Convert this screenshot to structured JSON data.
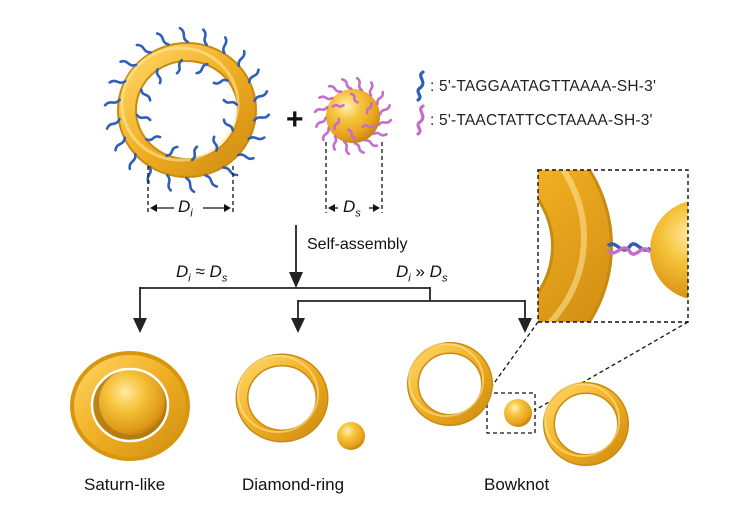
{
  "strands": {
    "blue": {
      "label": "5'-TAGGAATAGTTAAAA-SH-3'",
      "color": "#2f5fb8"
    },
    "pink": {
      "label": "5'-TAACTATTCCTAAAA-SH-3'",
      "color": "#c46ec9"
    }
  },
  "dimensions": {
    "ring": {
      "symbol": "D",
      "sub": "i"
    },
    "sphere": {
      "symbol": "D",
      "sub": "s"
    }
  },
  "operator": "+",
  "process": {
    "label": "Self-assembly"
  },
  "conditions": {
    "equal": {
      "a_symbol": "D",
      "a_sub": "i",
      "op": "≈",
      "b_symbol": "D",
      "b_sub": "s"
    },
    "greater": {
      "a_symbol": "D",
      "a_sub": "i",
      "op": "»",
      "b_symbol": "D",
      "b_sub": "s"
    }
  },
  "products": [
    {
      "name": "Saturn-like"
    },
    {
      "name": "Diamond-ring"
    },
    {
      "name": "Bowknot"
    }
  ],
  "colors": {
    "gold": "#f2b327",
    "gold_dark": "#c98a12",
    "gold_light": "#ffe08a"
  }
}
